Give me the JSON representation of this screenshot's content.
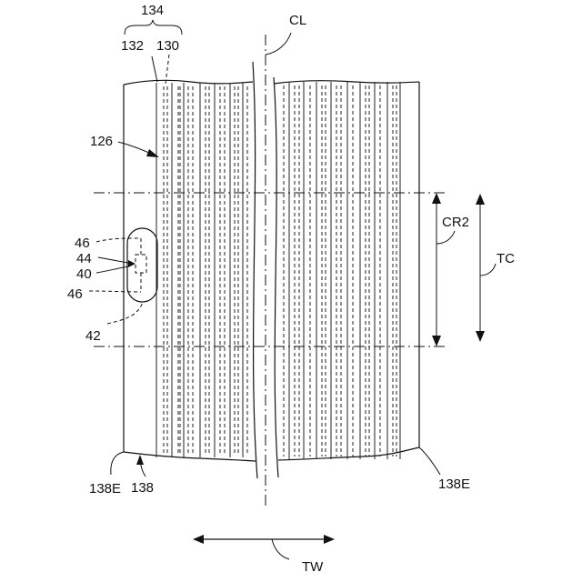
{
  "figure": {
    "labels": {
      "l134": "134",
      "l132": "132",
      "l130": "130",
      "lCL": "CL",
      "l126": "126",
      "lCR2": "CR2",
      "lTC": "TC",
      "l46a": "46",
      "l44": "44",
      "l40": "40",
      "l46b": "46",
      "l42": "42",
      "l138Ea": "138E",
      "l138": "138",
      "l138Eb": "138E",
      "lTW": "TW"
    }
  }
}
